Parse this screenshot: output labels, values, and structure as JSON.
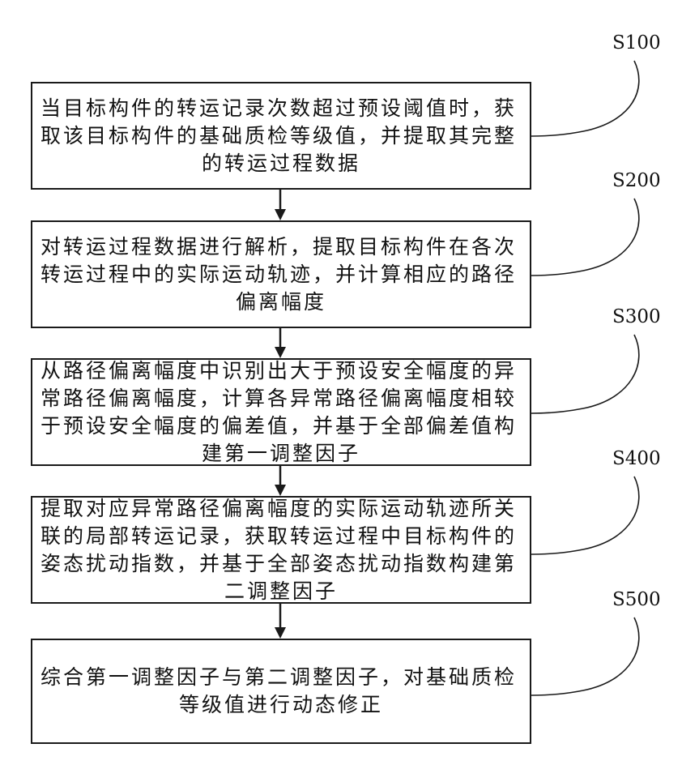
{
  "flowchart": {
    "steps": [
      {
        "id": "S100",
        "text": "当目标构件的转运记录次数超过预设阈值时，获取该目标构件的基础质检等级值，并提取其完整的转运过程数据"
      },
      {
        "id": "S200",
        "text": "对转运过程数据进行解析，提取目标构件在各次转运过程中的实际运动轨迹，并计算相应的路径偏离幅度"
      },
      {
        "id": "S300",
        "text": "从路径偏离幅度中识别出大于预设安全幅度的异常路径偏离幅度，计算各异常路径偏离幅度相较于预设安全幅度的偏差值，并基于全部偏差值构建第一调整因子"
      },
      {
        "id": "S400",
        "text": "提取对应异常路径偏离幅度的实际运动轨迹所关联的局部转运记录，获取转运过程中目标构件的姿态扰动指数，并基于全部姿态扰动指数构建第二调整因子"
      },
      {
        "id": "S500",
        "text": "综合第一调整因子与第二调整因子，对基础质检等级值进行动态修正"
      }
    ]
  }
}
